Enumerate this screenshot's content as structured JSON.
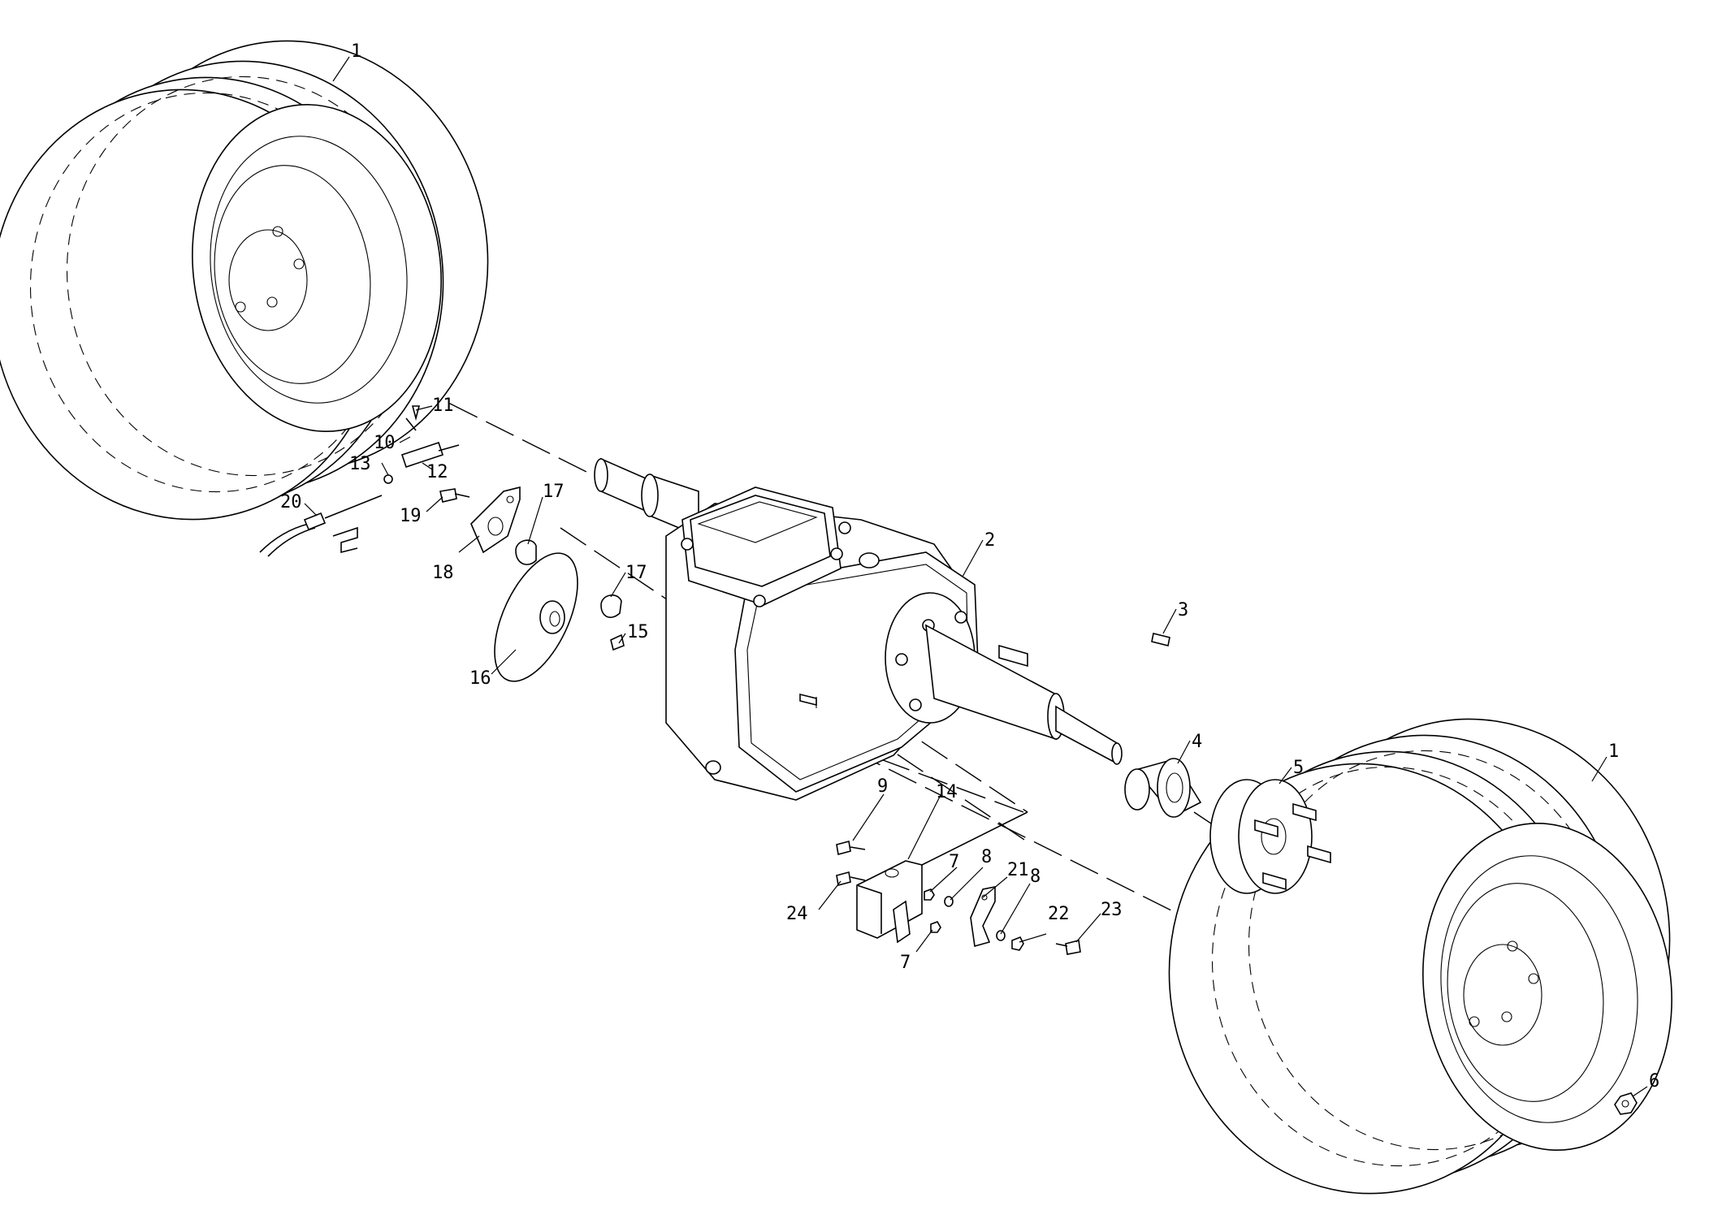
{
  "diagram": {
    "labels": [
      "1",
      "1",
      "2",
      "3",
      "4",
      "5",
      "6",
      "7",
      "7",
      "8",
      "8",
      "9",
      "10",
      "11",
      "12",
      "13",
      "14",
      "15",
      "16",
      "17",
      "17",
      "18",
      "19",
      "20",
      "21",
      "22",
      "23",
      "24"
    ]
  }
}
